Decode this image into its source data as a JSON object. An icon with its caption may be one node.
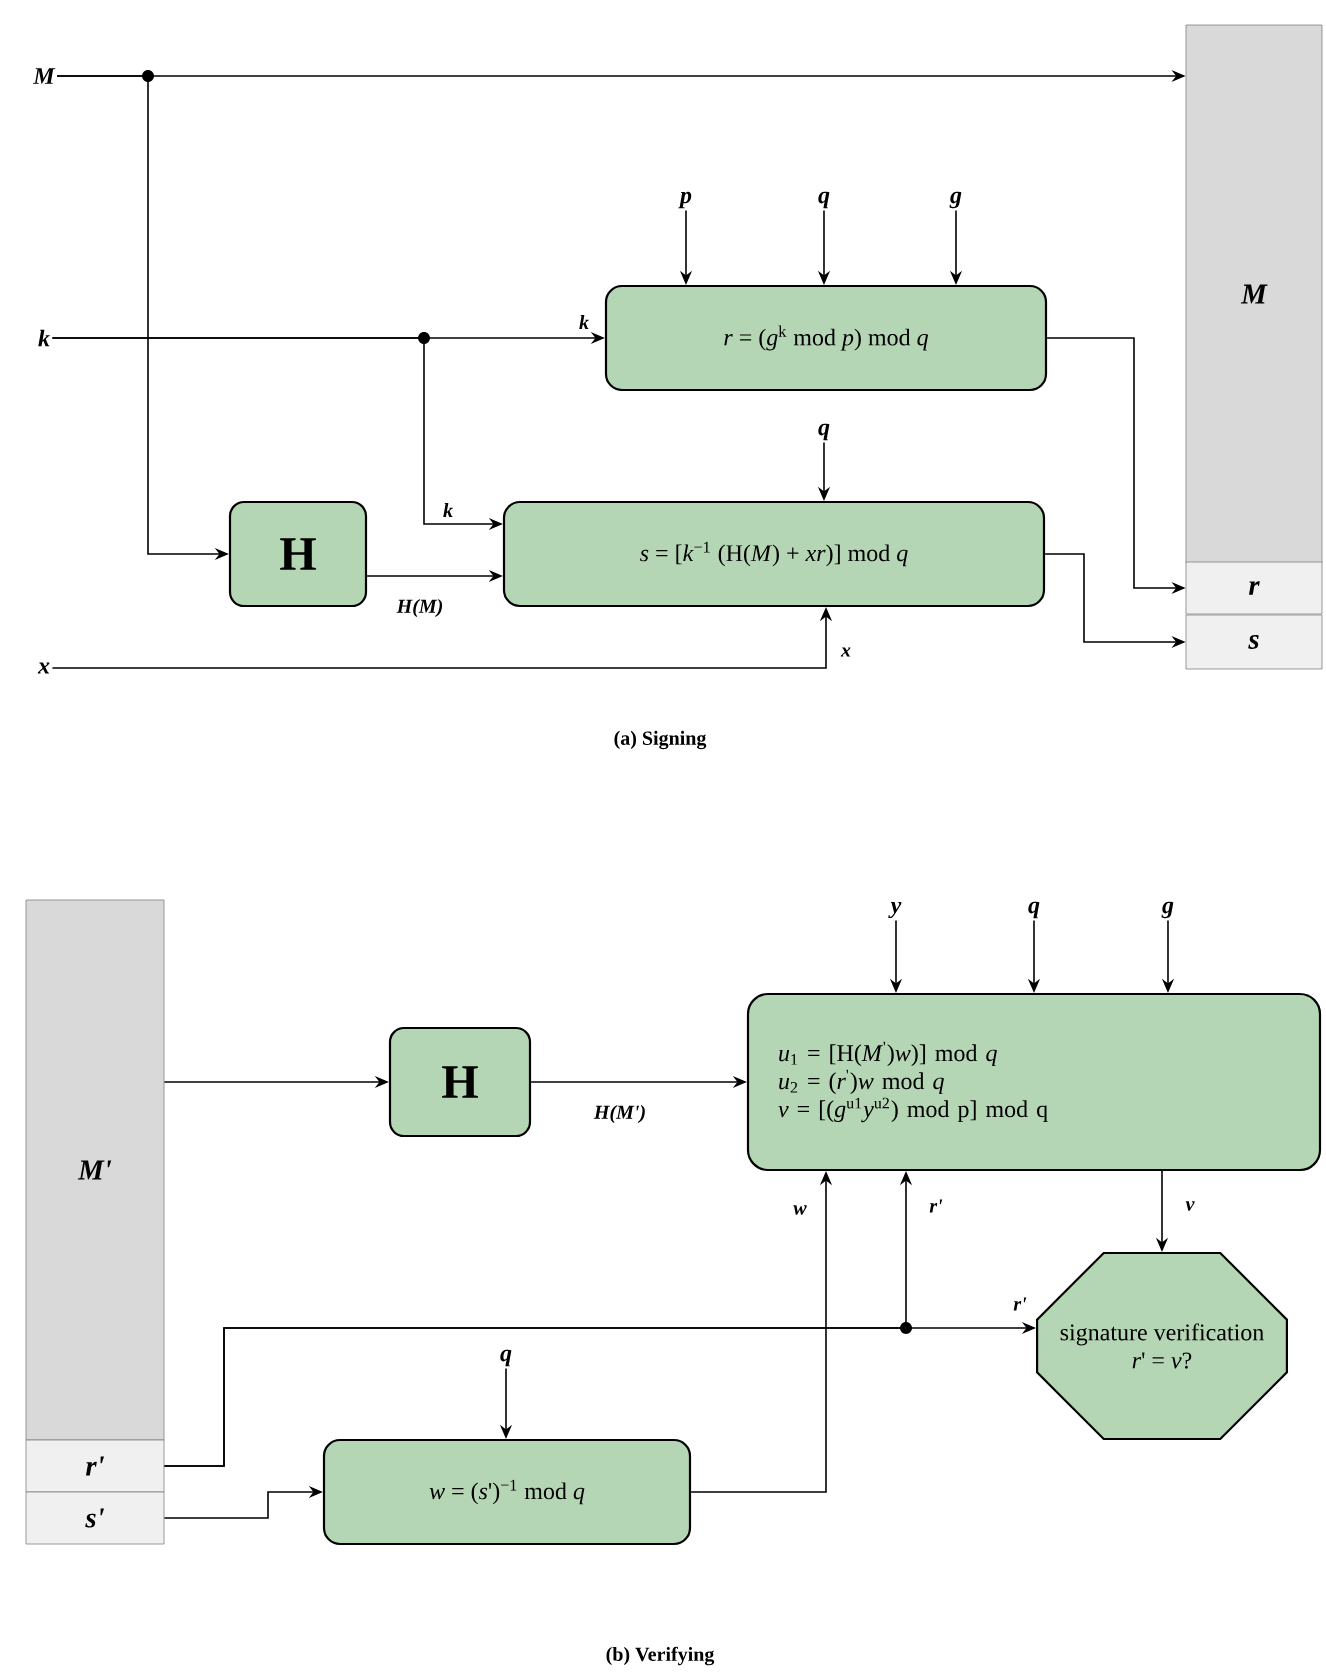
{
  "diagram": {
    "nodes": [
      {
        "text": [
          "M"
        ]
      },
      {
        "text": [
          "k"
        ]
      },
      {
        "text": [
          "x"
        ]
      },
      {
        "text": [
          "H"
        ]
      },
      {
        "text": [
          "*r* = (*g*$^{k}$ mod *p*) mod *q*"
        ]
      },
      {
        "text": [
          "*s* = [*k*$^{−1}$ (H(*M*) + *xr*)] mod *q*"
        ]
      },
      {
        "text": [
          "M"
        ]
      },
      {
        "text": [
          "r"
        ]
      },
      {
        "text": [
          "s"
        ]
      },
      {
        "text": [
          "p"
        ]
      },
      {
        "text": [
          "q"
        ]
      },
      {
        "text": [
          "g"
        ]
      },
      {
        "text": [
          "q"
        ]
      },
      {
        "text": [
          "M'"
        ]
      },
      {
        "text": [
          "r'"
        ]
      },
      {
        "text": [
          "s'"
        ]
      },
      {
        "text": [
          "H"
        ]
      },
      {
        "text": [
          "*u*$_{1}$ = [H(*M*$^{'}$)*w*)] mod *q*",
          "*u*$_{2}$ = (*r*$^{'}$)*w* mod *q*",
          "*v* = [(*g*$^{u1}$*y*$^{u2}$) mod p] mod q"
        ]
      },
      {
        "text": [
          "*w* = (*s*')$^{−1}$ mod *q*"
        ]
      },
      {
        "text": [
          "signature verification",
          "*r*' = *v*?"
        ]
      },
      {
        "text": [
          "y"
        ]
      },
      {
        "text": [
          "q"
        ]
      },
      {
        "text": [
          "g"
        ]
      },
      {
        "text": [
          "q"
        ]
      }
    ],
    "edges": [
      {
        "from": 0,
        "to": 6,
        "arrow": "to"
      },
      {
        "from": 0,
        "to": 3,
        "arrow": "to"
      },
      {
        "from": 1,
        "to": 4,
        "arrow": "to",
        "label": "k"
      },
      {
        "from": 1,
        "to": 5,
        "arrow": "to",
        "label": "k"
      },
      {
        "from": 2,
        "to": 5,
        "arrow": "to",
        "label": "x"
      },
      {
        "from": 3,
        "to": 5,
        "arrow": "to",
        "label": "H(*M*)"
      },
      {
        "from": 4,
        "to": 7,
        "arrow": "to"
      },
      {
        "from": 5,
        "to": 8,
        "arrow": "to"
      },
      {
        "from": 9,
        "to": 4,
        "arrow": "to"
      },
      {
        "from": 10,
        "to": 4,
        "arrow": "to"
      },
      {
        "from": 11,
        "to": 4,
        "arrow": "to"
      },
      {
        "from": 12,
        "to": 5,
        "arrow": "to"
      },
      {
        "from": 13,
        "to": 16,
        "arrow": "to"
      },
      {
        "from": 16,
        "to": 17,
        "arrow": "to",
        "label": "H(*M*')"
      },
      {
        "from": 18,
        "to": 17,
        "arrow": "to",
        "label": "w"
      },
      {
        "from": 14,
        "to": 17,
        "arrow": "to",
        "label": "r'"
      },
      {
        "from": 14,
        "to": 19,
        "arrow": "to",
        "label": "r'"
      },
      {
        "from": 17,
        "to": 19,
        "arrow": "to",
        "label": "v"
      },
      {
        "from": 15,
        "to": 18,
        "arrow": "to"
      },
      {
        "from": 20,
        "to": 17,
        "arrow": "to"
      },
      {
        "from": 21,
        "to": 17,
        "arrow": "to"
      },
      {
        "from": 22,
        "to": 17,
        "arrow": "to"
      },
      {
        "from": 23,
        "to": 18,
        "arrow": "to"
      }
    ],
    "labels": [
      "(a) Signing",
      "(b) Verifying"
    ]
  }
}
